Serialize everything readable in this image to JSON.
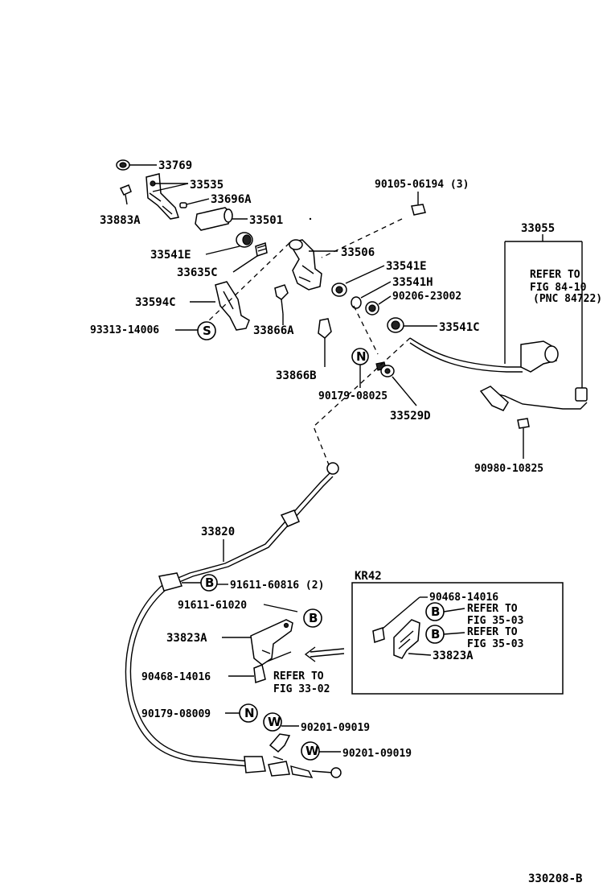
{
  "parts": {
    "p33769": "33769",
    "p33535": "33535",
    "p33696A": "33696A",
    "p33883A": "33883A",
    "p33501": "33501",
    "p90105": "90105-06194 (3)",
    "p33055": "33055",
    "p33541E_a": "33541E",
    "p33506": "33506",
    "p33635C": "33635C",
    "p33541E_b": "33541E",
    "p33541H": "33541H",
    "p33594C": "33594C",
    "p90206": "90206-23002",
    "p93313": "93313-14006",
    "p33866A": "33866A",
    "p33541C": "33541C",
    "p33866B": "33866B",
    "p90179_08025": "90179-08025",
    "p33529D": "33529D",
    "p90980": "90980-10825",
    "p33820": "33820",
    "p91611_60816": "91611-60816 (2)",
    "p91611_61020": "91611-61020",
    "p33823A": "33823A",
    "p90468_a": "90468-14016",
    "p90179_08009": "90179-08009",
    "p90201_a": "90201-09019",
    "p90201_b": "90201-09019",
    "kr_90468": "90468-14016",
    "kr_33823A": "33823A"
  },
  "refs": {
    "refer_to": "REFER TO",
    "fig_84_10": "FIG 84-10",
    "pnc_84722": "(PNC 84722)",
    "fig_33_02": "FIG 33-02",
    "fig_35_03_a": "FIG 35-03",
    "fig_35_03_b": "FIG 35-03"
  },
  "symbols": {
    "s": "S",
    "n": "N",
    "b": "B",
    "w": "W"
  },
  "inset": {
    "title": "KR42"
  },
  "footer": {
    "code": "330208-B"
  }
}
